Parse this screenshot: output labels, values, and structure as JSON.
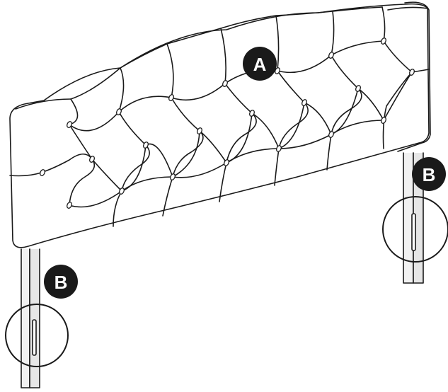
{
  "diagram": {
    "callouts": {
      "headboard": {
        "label": "A"
      },
      "leg_right": {
        "label": "B"
      },
      "leg_left": {
        "label": "B"
      }
    }
  },
  "colors": {
    "line": "#1a1a1a",
    "fill": "#ffffff",
    "leg_fill": "#f1f1f1",
    "callout_bg": "#1a1a1a",
    "callout_text": "#ffffff"
  },
  "icons": {
    "tuft_button": "tuft-button-icon",
    "leg_slot": "leg-slot-icon"
  }
}
